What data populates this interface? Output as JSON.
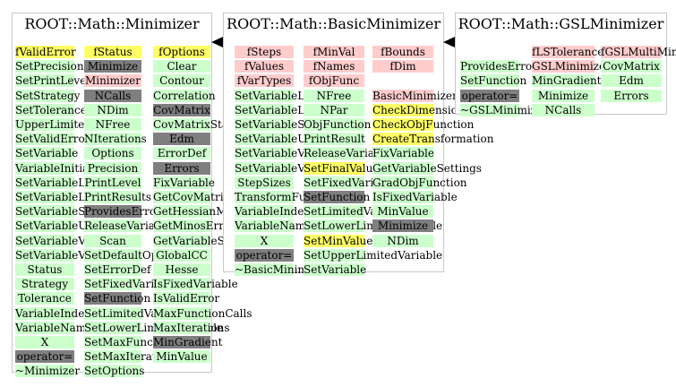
{
  "colors": {
    "data_member": "#ffcccc",
    "public_method": "#ccffcc",
    "protected_method": "#7f7f7f",
    "highlight": "#ffff66",
    "border": "#c8c8c8"
  },
  "classes": [
    {
      "title": "ROOT::Math::Minimizer",
      "columns": [
        [
          {
            "t": "fValidError",
            "k": "highlight"
          },
          {
            "t": "SetPrecision",
            "k": "public_method"
          },
          {
            "t": "SetPrintLevel",
            "k": "public_method"
          },
          {
            "t": "SetStrategy",
            "k": "public_method"
          },
          {
            "t": "SetTolerance",
            "k": "public_method"
          },
          {
            "t": "UpperLimitedVariable",
            "k": "public_method"
          },
          {
            "t": "SetValidError",
            "k": "public_method"
          },
          {
            "t": "SetVariable",
            "k": "public_method"
          },
          {
            "t": "VariableInitialRange",
            "k": "public_method"
          },
          {
            "t": "SetVariableLimits",
            "k": "public_method"
          },
          {
            "t": "SetVariableLowerLimit",
            "k": "public_method"
          },
          {
            "t": "SetVariableStepSize",
            "k": "public_method"
          },
          {
            "t": "SetVariableUpperLimit",
            "k": "public_method"
          },
          {
            "t": "SetVariableValue",
            "k": "public_method"
          },
          {
            "t": "SetVariableValues",
            "k": "public_method"
          },
          {
            "t": "Status",
            "k": "public_method"
          },
          {
            "t": "Strategy",
            "k": "public_method"
          },
          {
            "t": "Tolerance",
            "k": "public_method"
          },
          {
            "t": "VariableIndex",
            "k": "public_method"
          },
          {
            "t": "VariableName",
            "k": "public_method"
          },
          {
            "t": "X",
            "k": "public_method"
          },
          {
            "t": "operator=",
            "k": "protected_method"
          },
          {
            "t": "~Minimizer",
            "k": "public_method"
          }
        ],
        [
          {
            "t": "fStatus",
            "k": "highlight"
          },
          {
            "t": "Minimize",
            "k": "protected_method"
          },
          {
            "t": "Minimizer",
            "k": "data_member"
          },
          {
            "t": "NCalls",
            "k": "protected_method"
          },
          {
            "t": "NDim",
            "k": "public_method"
          },
          {
            "t": "NFree",
            "k": "public_method"
          },
          {
            "t": "NIterations",
            "k": "public_method"
          },
          {
            "t": "Options",
            "k": "public_method"
          },
          {
            "t": "Precision",
            "k": "public_method"
          },
          {
            "t": "PrintLevel",
            "k": "public_method"
          },
          {
            "t": "PrintResults",
            "k": "public_method"
          },
          {
            "t": "ProvidesError",
            "k": "protected_method"
          },
          {
            "t": "ReleaseVariable",
            "k": "public_method"
          },
          {
            "t": "Scan",
            "k": "public_method"
          },
          {
            "t": "SetDefaultOptions",
            "k": "public_method"
          },
          {
            "t": "SetErrorDef",
            "k": "public_method"
          },
          {
            "t": "SetFixedVariable",
            "k": "public_method"
          },
          {
            "t": "SetFunction",
            "k": "protected_method"
          },
          {
            "t": "SetLimitedVariable",
            "k": "public_method"
          },
          {
            "t": "SetLowerLimitedVariable",
            "k": "public_method"
          },
          {
            "t": "SetMaxFunctionCalls",
            "k": "public_method"
          },
          {
            "t": "SetMaxIterations",
            "k": "public_method"
          },
          {
            "t": "SetOptions",
            "k": "public_method"
          }
        ],
        [
          {
            "t": "fOptions",
            "k": "highlight"
          },
          {
            "t": "Clear",
            "k": "public_method"
          },
          {
            "t": "Contour",
            "k": "public_method"
          },
          {
            "t": "Correlation",
            "k": "public_method"
          },
          {
            "t": "CovMatrix",
            "k": "protected_method"
          },
          {
            "t": "CovMatrixStatus",
            "k": "public_method"
          },
          {
            "t": "Edm",
            "k": "protected_method"
          },
          {
            "t": "ErrorDef",
            "k": "public_method"
          },
          {
            "t": "Errors",
            "k": "protected_method"
          },
          {
            "t": "FixVariable",
            "k": "public_method"
          },
          {
            "t": "GetCovMatrix",
            "k": "public_method"
          },
          {
            "t": "GetHessianMatrix",
            "k": "public_method"
          },
          {
            "t": "GetMinosError",
            "k": "public_method"
          },
          {
            "t": "GetVariableSettings",
            "k": "public_method"
          },
          {
            "t": "GlobalCC",
            "k": "public_method"
          },
          {
            "t": "Hesse",
            "k": "public_method"
          },
          {
            "t": "IsFixedVariable",
            "k": "public_method"
          },
          {
            "t": "IsValidError",
            "k": "public_method"
          },
          {
            "t": "MaxFunctionCalls",
            "k": "public_method"
          },
          {
            "t": "MaxIterations",
            "k": "public_method"
          },
          {
            "t": "MinGradient",
            "k": "protected_method"
          },
          {
            "t": "MinValue",
            "k": "public_method"
          }
        ]
      ]
    },
    {
      "title": "ROOT::Math::BasicMinimizer",
      "columns": [
        [
          {
            "t": "fSteps",
            "k": "data_member"
          },
          {
            "t": "fValues",
            "k": "data_member"
          },
          {
            "t": "fVarTypes",
            "k": "data_member"
          },
          {
            "t": "SetVariableLimits",
            "k": "public_method"
          },
          {
            "t": "SetVariableLowerLimit",
            "k": "public_method"
          },
          {
            "t": "SetVariableStepSize",
            "k": "public_method"
          },
          {
            "t": "SetVariableUpperLimit",
            "k": "public_method"
          },
          {
            "t": "SetVariableValue",
            "k": "public_method"
          },
          {
            "t": "SetVariableValues",
            "k": "public_method"
          },
          {
            "t": "StepSizes",
            "k": "public_method"
          },
          {
            "t": "TransformFunction",
            "k": "public_method"
          },
          {
            "t": "VariableIndex",
            "k": "public_method"
          },
          {
            "t": "VariableName",
            "k": "public_method"
          },
          {
            "t": "X",
            "k": "public_method"
          },
          {
            "t": "operator=",
            "k": "protected_method"
          },
          {
            "t": "~BasicMinimizer",
            "k": "public_method"
          }
        ],
        [
          {
            "t": "fMinVal",
            "k": "data_member"
          },
          {
            "t": "fNames",
            "k": "data_member"
          },
          {
            "t": "fObjFunc",
            "k": "data_member"
          },
          {
            "t": "NFree",
            "k": "public_method"
          },
          {
            "t": "NPar",
            "k": "public_method"
          },
          {
            "t": "ObjFunction",
            "k": "public_method"
          },
          {
            "t": "PrintResult",
            "k": "public_method"
          },
          {
            "t": "ReleaseVariable",
            "k": "public_method"
          },
          {
            "t": "SetFinalValues",
            "k": "highlight"
          },
          {
            "t": "SetFixedVariable",
            "k": "public_method"
          },
          {
            "t": "SetFunction",
            "k": "protected_method"
          },
          {
            "t": "SetLimitedVariable",
            "k": "public_method"
          },
          {
            "t": "SetLowerLimitedVariable",
            "k": "public_method"
          },
          {
            "t": "SetMinValue",
            "k": "highlight"
          },
          {
            "t": "SetUpperLimitedVariable",
            "k": "public_method"
          },
          {
            "t": "SetVariable",
            "k": "public_method"
          }
        ],
        [
          {
            "t": "fBounds",
            "k": "data_member"
          },
          {
            "t": "fDim",
            "k": "data_member"
          },
          {
            "t": "",
            "k": "none"
          },
          {
            "t": "BasicMinimizer",
            "k": "data_member"
          },
          {
            "t": "CheckDimension",
            "k": "highlight"
          },
          {
            "t": "CheckObjFunction",
            "k": "highlight"
          },
          {
            "t": "CreateTransformation",
            "k": "highlight"
          },
          {
            "t": "FixVariable",
            "k": "public_method"
          },
          {
            "t": "GetVariableSettings",
            "k": "public_method"
          },
          {
            "t": "GradObjFunction",
            "k": "public_method"
          },
          {
            "t": "IsFixedVariable",
            "k": "public_method"
          },
          {
            "t": "MinValue",
            "k": "public_method"
          },
          {
            "t": "Minimize",
            "k": "protected_method"
          },
          {
            "t": "NDim",
            "k": "public_method"
          }
        ]
      ]
    },
    {
      "title": "ROOT::Math::GSLMinimizer",
      "columns": [
        [
          {
            "t": "",
            "k": "none"
          },
          {
            "t": "ProvidesError",
            "k": "public_method"
          },
          {
            "t": "SetFunction",
            "k": "public_method"
          },
          {
            "t": "operator=",
            "k": "protected_method"
          },
          {
            "t": "~GSLMinimizer",
            "k": "public_method"
          }
        ],
        [
          {
            "t": "fLSTolerance",
            "k": "data_member"
          },
          {
            "t": "GSLMinimizer",
            "k": "data_member"
          },
          {
            "t": "MinGradient",
            "k": "public_method"
          },
          {
            "t": "Minimize",
            "k": "public_method"
          },
          {
            "t": "NCalls",
            "k": "public_method"
          }
        ],
        [
          {
            "t": "fGSLMultiMin",
            "k": "data_member"
          },
          {
            "t": "CovMatrix",
            "k": "public_method"
          },
          {
            "t": "Edm",
            "k": "public_method"
          },
          {
            "t": "Errors",
            "k": "public_method"
          }
        ]
      ]
    }
  ]
}
